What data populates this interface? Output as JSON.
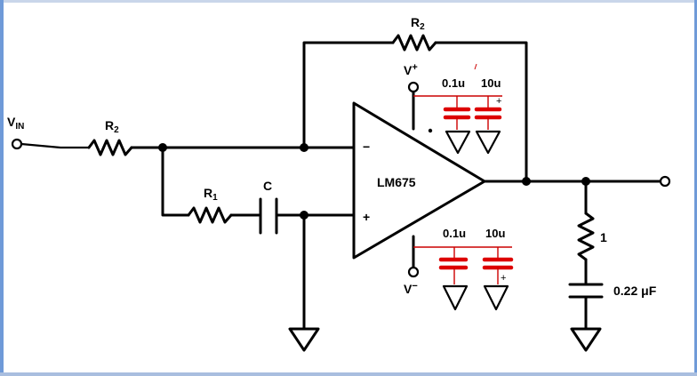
{
  "labels": {
    "vin": "V",
    "vin_sub": "IN",
    "r2_input": "R",
    "r2_input_sub": "2",
    "r2_feedback": "R",
    "r2_feedback_sub": "2",
    "r1": "R",
    "r1_sub": "1",
    "c": "C",
    "opamp": "LM675",
    "vplus": "V",
    "vplus_sup": "+",
    "vminus": "V",
    "vminus_sup": "−",
    "inv_pin": "−",
    "noninv_pin": "+",
    "cap_top_small": "0.1u",
    "cap_top_large": "10u",
    "cap_bot_small": "0.1u",
    "cap_bot_large": "10u",
    "polarity_top": "+",
    "polarity_bot": "+",
    "zobel_r": "1",
    "zobel_c": "0.22 μF"
  },
  "colors": {
    "wire": "#000000",
    "added_parts": "#dd0000",
    "window_border": "#6f9ad8"
  }
}
